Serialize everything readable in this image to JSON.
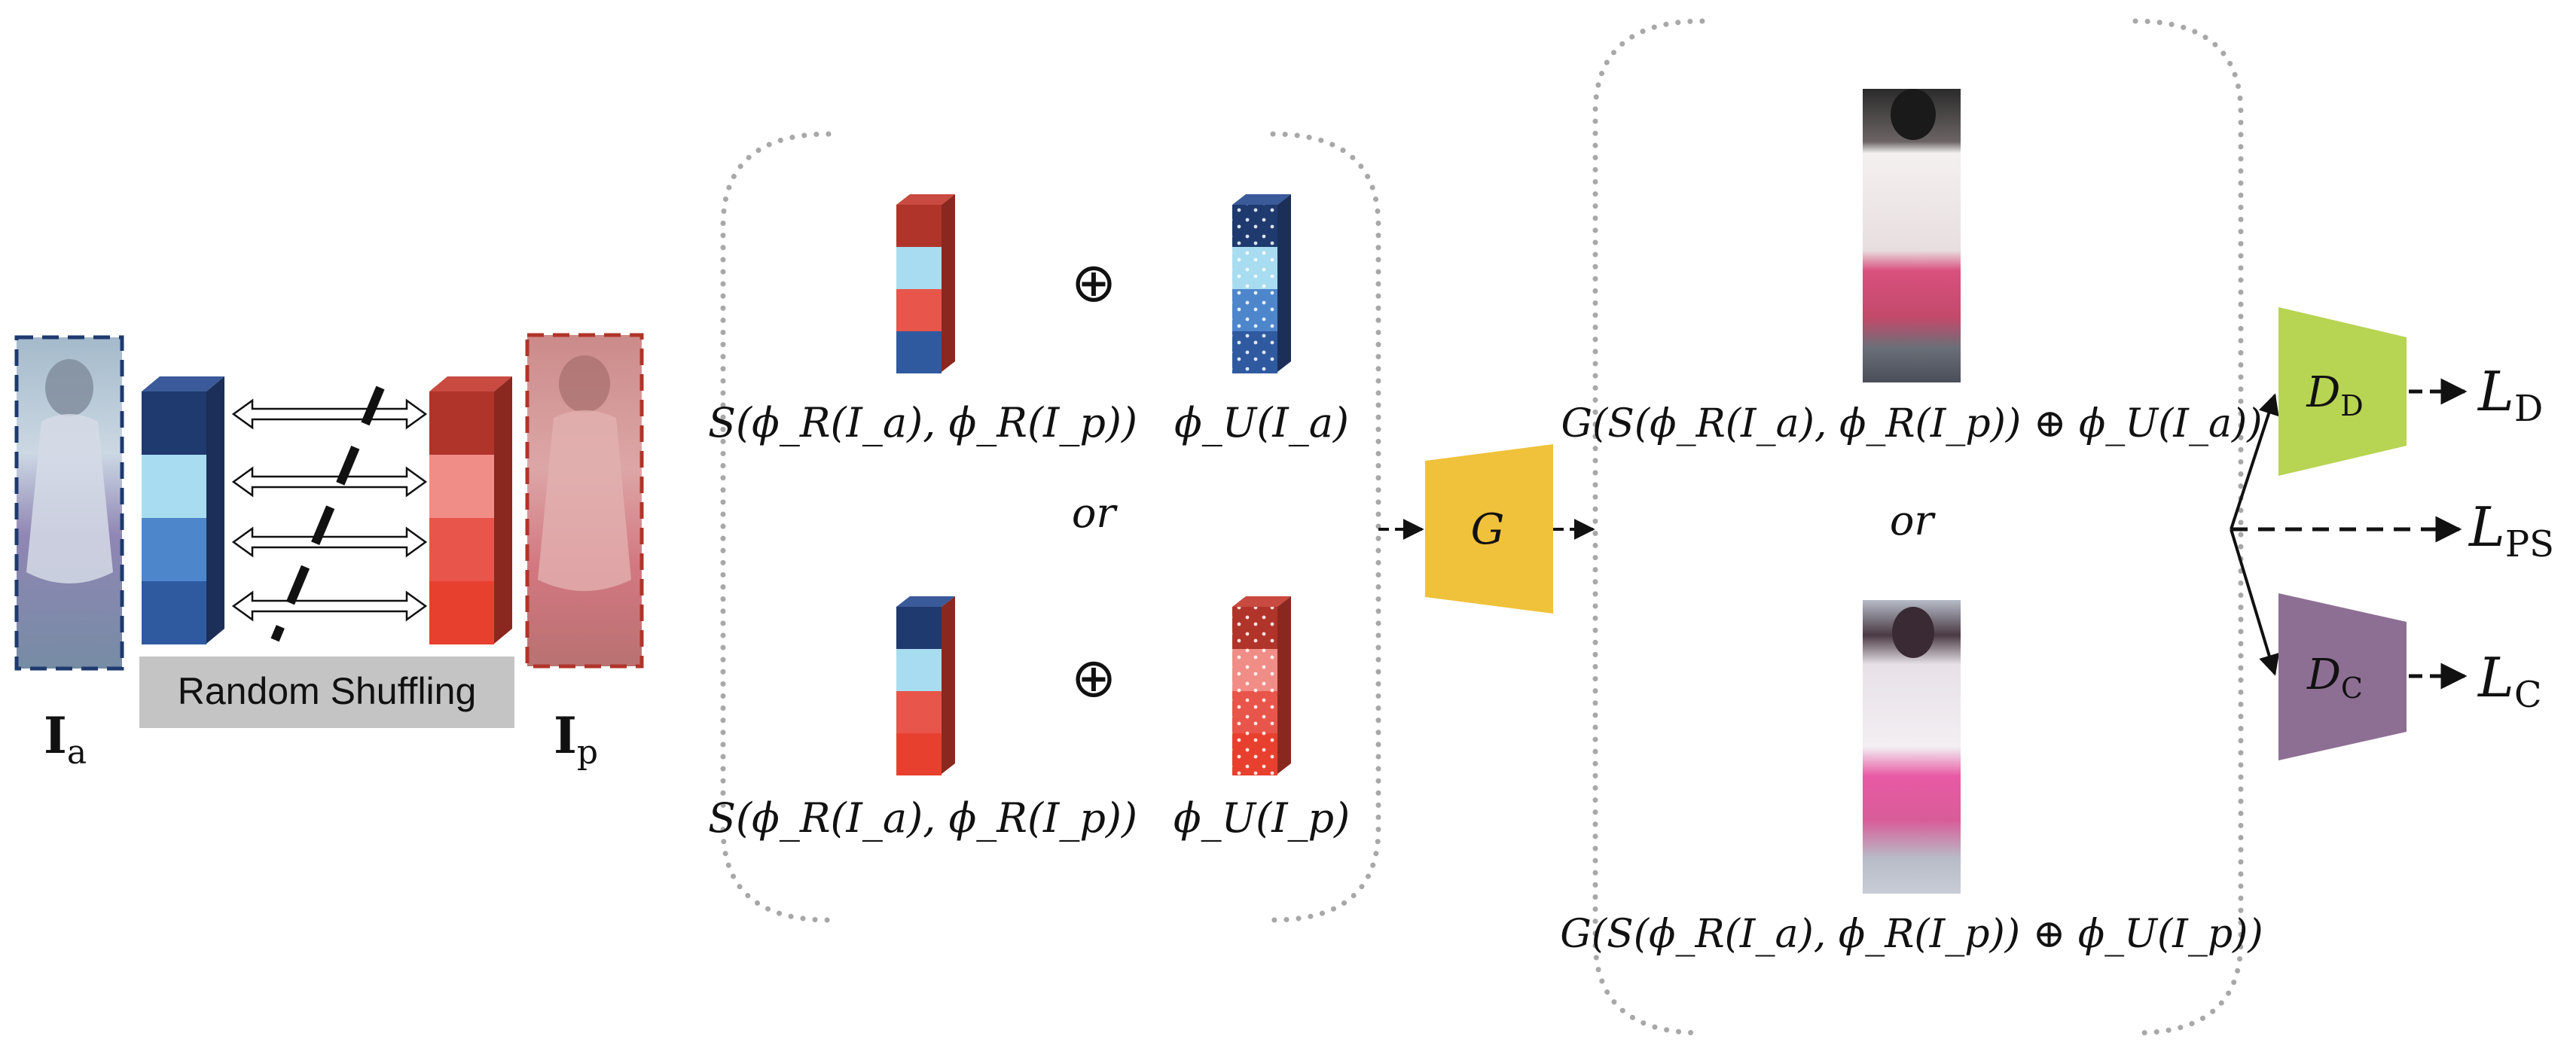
{
  "labels": {
    "img_a": "I",
    "img_a_sub": "a",
    "img_p": "I",
    "img_p_sub": "p",
    "shuffle": "Random Shuffling",
    "oplus": "⊕",
    "or": "or",
    "gen": "G",
    "s_top": "S(ϕ_R(I_a), ϕ_R(I_p))",
    "u_top": "ϕ_U(I_a)",
    "s_bot": "S(ϕ_R(I_a), ϕ_R(I_p))",
    "u_bot": "ϕ_U(I_p)",
    "g_top": "G(S(ϕ_R(I_a), ϕ_R(I_p)) ⊕ ϕ_U(I_a))",
    "g_bot": "G(S(ϕ_R(I_a), ϕ_R(I_p)) ⊕ ϕ_U(I_p))",
    "dd": "D",
    "dd_sub": "D",
    "dc": "D",
    "dc_sub": "C",
    "ld": "L",
    "ld_sub": "D",
    "lps": "L",
    "lps_sub": "PS",
    "lc": "L",
    "lc_sub": "C"
  },
  "colors": {
    "navy": "#1e3a6e",
    "lightblue": "#a8dcf0",
    "midblue": "#4e86cc",
    "darkblue": "#2f5aa0",
    "darkred": "#b0342a",
    "salmon": "#f08d86",
    "red": "#e8554a",
    "brightred": "#e8402f",
    "generator": "#f0c13a",
    "disc_d": "#b7d452",
    "disc_c": "#8e6f94",
    "loss": "#b03a2e",
    "dotted": "#a8a8a8",
    "gray_box": "#c4c4c4"
  }
}
